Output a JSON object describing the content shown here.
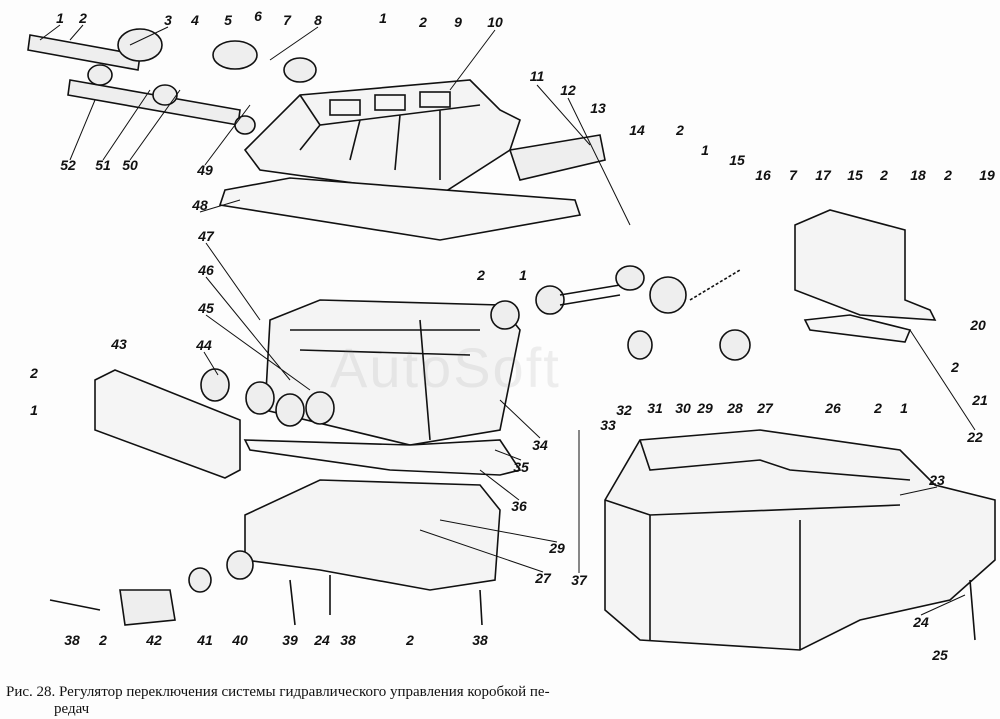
{
  "figure": {
    "caption_line1": "Рис. 28. Регулятор переключения системы гидравлического управления коробкой пе-",
    "caption_line2": "редач",
    "watermark": "AutoSoft",
    "callouts": [
      "1",
      "2",
      "3",
      "4",
      "5",
      "6",
      "7",
      "8",
      "1",
      "2",
      "9",
      "10",
      "11",
      "12",
      "13",
      "14",
      "2",
      "1",
      "15",
      "16",
      "7",
      "17",
      "15",
      "2",
      "18",
      "2",
      "19",
      "52",
      "51",
      "50",
      "49",
      "48",
      "2",
      "1",
      "47",
      "46",
      "45",
      "44",
      "43",
      "2",
      "1",
      "20",
      "2",
      "21",
      "22",
      "1",
      "2",
      "26",
      "27",
      "28",
      "29",
      "30",
      "31",
      "32",
      "33",
      "34",
      "35",
      "36",
      "37",
      "29",
      "27",
      "23",
      "24",
      "25",
      "38",
      "2",
      "42",
      "41",
      "40",
      "39",
      "24",
      "38",
      "2",
      "38"
    ]
  }
}
